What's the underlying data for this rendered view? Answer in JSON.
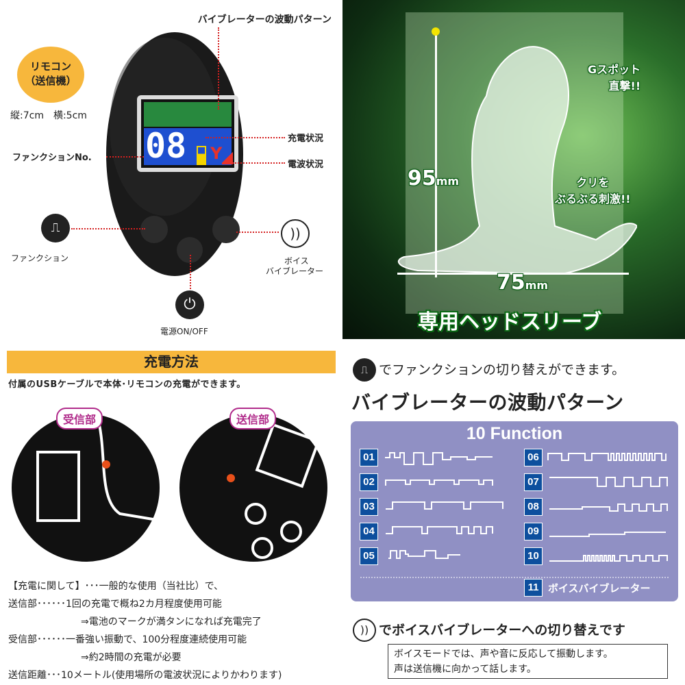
{
  "remote": {
    "title_line1": "リモコン",
    "title_line2": "（送信機）",
    "size": "縦:7cm　横:5cm",
    "lcd_number": "08",
    "label_wave": "バイブレーターの波動パターン",
    "label_charge": "充電状況",
    "label_signal": "電波状況",
    "label_function_no": "ファンクションNo.",
    "label_function": "ファンクション",
    "label_voice_line1": "ボイス",
    "label_voice_line2": "バイブレーター",
    "label_power": "電源ON/OFF"
  },
  "photo": {
    "height": "95",
    "width": "75",
    "unit": "mm",
    "gspot_line1": "Gスポット",
    "gspot_line2": "直撃!!",
    "kuri_line1": "クリを",
    "kuri_line2": "ぶるぶる刺激!!",
    "caption": "専用ヘッドスリーブ"
  },
  "charging": {
    "title": "充電方法",
    "subtitle": "付属のUSBケーブルで本体･リモコンの充電ができます。",
    "receiver_label": "受信部",
    "transmitter_label": "送信部",
    "notes": [
      "【充電に関して】･･･一般的な使用（当社比）で、",
      "送信部･･････1回の充電で概ね2カ月程度使用可能",
      "⇒電池のマークが満タンになれば充電完了",
      "受信部･･････一番強い振動で、100分程度連続使用可能",
      "⇒約2時間の充電が必要",
      "送信距離･･･10メートル(使用場所の電波状況によりかわります)"
    ]
  },
  "functions": {
    "switch_text": "でファンクションの切り替えができます。",
    "heading": "バイブレーターの波動パターン",
    "box_title": "10 Function",
    "items": [
      "01",
      "02",
      "03",
      "04",
      "05",
      "06",
      "07",
      "08",
      "09",
      "10"
    ],
    "voice_num": "11",
    "voice_label": "ボイスバイブレーター",
    "voice_switch_text": "でボイスバイブレーターへの切り替えです",
    "voice_note_line1": "ボイスモードでは、声や音に反応して振動します。",
    "voice_note_line2": "声は送信機に向かって話します。",
    "colors": {
      "box": "#9090c4",
      "num": "#0d4f9e",
      "title_bar": "#f7b73c"
    }
  }
}
